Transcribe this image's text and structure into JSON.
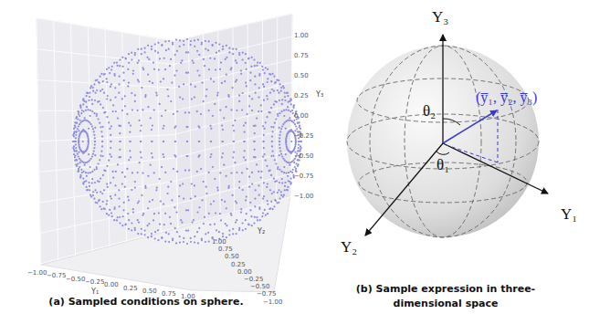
{
  "diagram": {
    "labels": [
      "1.00",
      "0.75",
      "0.50",
      "0.25",
      "0.00",
      "−0.25",
      "−0.50",
      "−0.75",
      "−1.00",
      "−1.00",
      "−0.75",
      "−0.50",
      "−0.25",
      "0.00",
      "0.25",
      "0.50",
      "0.75",
      "1.00",
      "1.00",
      "0.75",
      "0.50",
      "0.25",
      "0.00",
      "−0.25",
      "−0.50",
      "−0.75",
      "−1.00",
      "Y₁",
      "Y₂",
      "Y₃",
      "(a) Sampled conditions on sphere.",
      "(b) Sample expression in three-dimensional space",
      "Y₃",
      "Y₁",
      "Y₂",
      "θ₂",
      "θ₁",
      "(y̅₁, y̅₂, y̅₃)"
    ]
  }
}
